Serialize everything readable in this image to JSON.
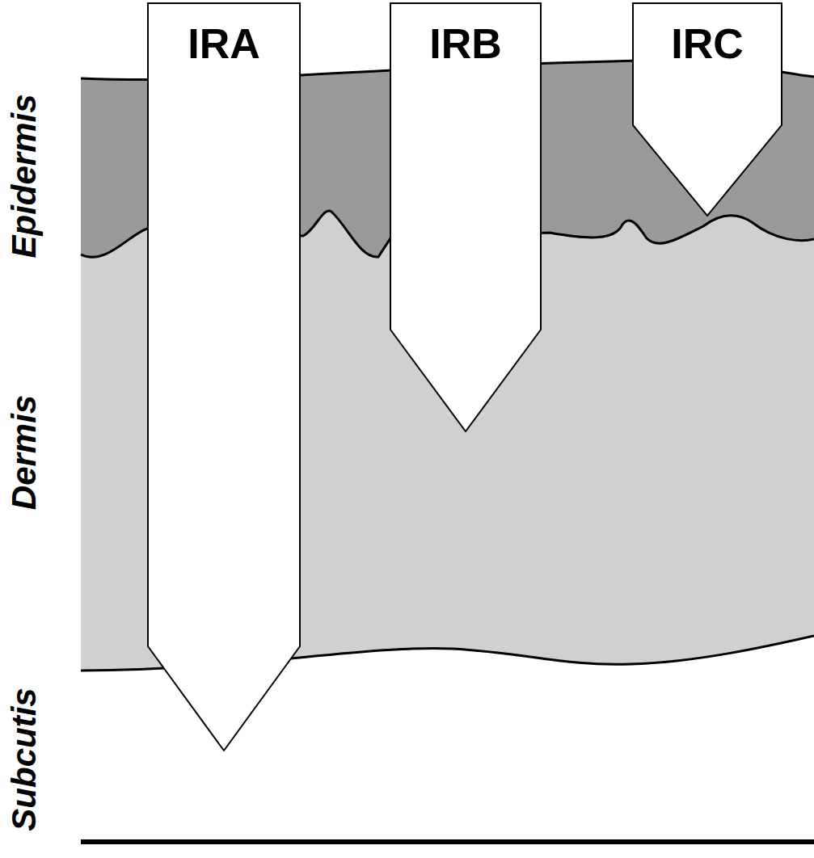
{
  "diagram": {
    "nodes": [
      {
        "text": [
          "IRA"
        ]
      },
      {
        "text": [
          "IRB"
        ]
      },
      {
        "text": [
          "IRC"
        ]
      }
    ],
    "labels": [
      "Epidermis",
      "Dermis",
      "Subcutis"
    ]
  }
}
